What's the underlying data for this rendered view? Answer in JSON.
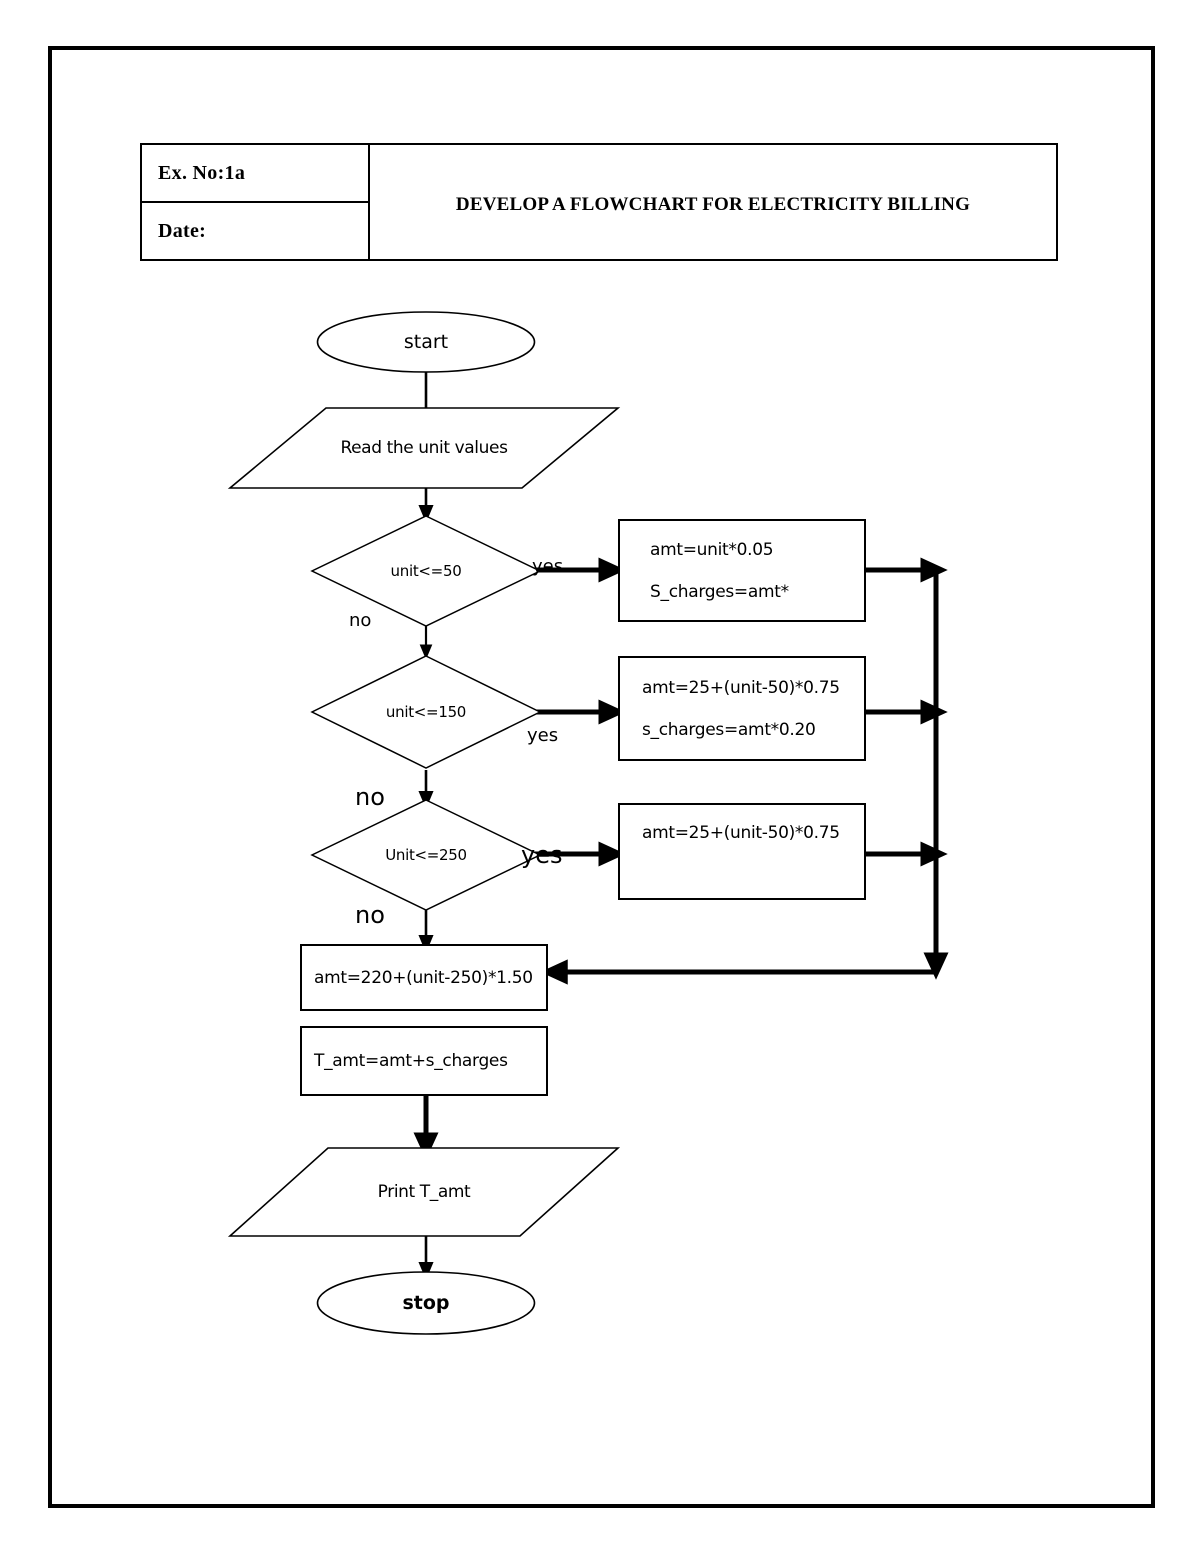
{
  "document": {
    "title": "DEVELOP A FLOWCHART FOR ELECTRICITY BILLING",
    "exercise_no": "Ex. No:1a",
    "date_label": "Date:"
  },
  "chart_data": {
    "type": "flowchart",
    "title": "DEVELOP A FLOWCHART FOR ELECTRICITY BILLING",
    "nodes": [
      {
        "id": "start",
        "shape": "terminator",
        "text": "start"
      },
      {
        "id": "read",
        "shape": "io",
        "text": "Read the unit values"
      },
      {
        "id": "d1",
        "shape": "decision",
        "text": "unit<=50"
      },
      {
        "id": "p1",
        "shape": "process",
        "lines": [
          "amt=unit*0.05",
          "S_charges=amt*"
        ]
      },
      {
        "id": "d2",
        "shape": "decision",
        "text": "unit<=150"
      },
      {
        "id": "p2",
        "shape": "process",
        "lines": [
          "amt=25+(unit-50)*0.75",
          "s_charges=amt*0.20"
        ]
      },
      {
        "id": "d3",
        "shape": "decision",
        "text": "Unit<=250"
      },
      {
        "id": "p3",
        "shape": "process",
        "lines": [
          "amt=25+(unit-50)*0.75"
        ]
      },
      {
        "id": "p4",
        "shape": "process",
        "lines": [
          "amt=220+(unit-250)*1.50"
        ]
      },
      {
        "id": "p5",
        "shape": "process",
        "lines": [
          "T_amt=amt+s_charges"
        ]
      },
      {
        "id": "print",
        "shape": "io",
        "text": "Print T_amt"
      },
      {
        "id": "stop",
        "shape": "terminator",
        "text": "stop"
      }
    ],
    "edges": [
      {
        "from": "start",
        "to": "read",
        "label": ""
      },
      {
        "from": "read",
        "to": "d1",
        "label": ""
      },
      {
        "from": "d1",
        "to": "p1",
        "label": "yes"
      },
      {
        "from": "d1",
        "to": "d2",
        "label": "no"
      },
      {
        "from": "d2",
        "to": "p2",
        "label": "yes"
      },
      {
        "from": "d2",
        "to": "d3",
        "label": "no"
      },
      {
        "from": "d3",
        "to": "p3",
        "label": "yes"
      },
      {
        "from": "d3",
        "to": "p4",
        "label": "no"
      },
      {
        "from": "p1",
        "to": "p4",
        "label": ""
      },
      {
        "from": "p2",
        "to": "p4",
        "label": ""
      },
      {
        "from": "p3",
        "to": "p4",
        "label": ""
      },
      {
        "from": "p4",
        "to": "p5",
        "label": ""
      },
      {
        "from": "p5",
        "to": "print",
        "label": ""
      },
      {
        "from": "print",
        "to": "stop",
        "label": ""
      }
    ],
    "labels": {
      "yes1": "yes",
      "no1": "no",
      "yes2": "yes",
      "no2": "no",
      "yes3": "yes",
      "no3": "no"
    }
  },
  "colors": {
    "line": "#000000",
    "background": "#ffffff",
    "text": "#000000"
  }
}
